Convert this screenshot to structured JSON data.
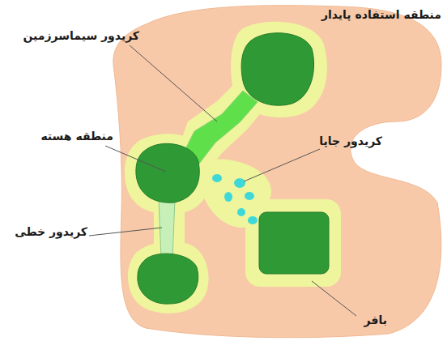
{
  "diagram": {
    "labels": [
      "منطقه استفاده پایدار",
      "کریدور سیماسرزمین",
      "کریدور جاپا",
      "منطقه هسته",
      "کریدور خطی",
      "بافر"
    ]
  }
}
